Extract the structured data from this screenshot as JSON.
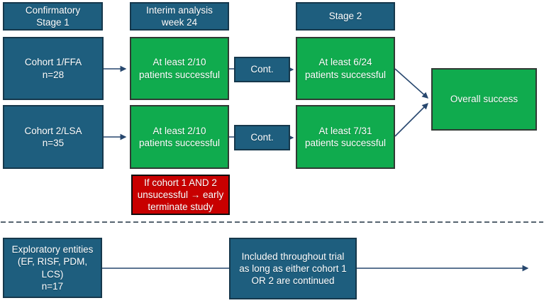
{
  "colors": {
    "dark_blue": "#1E5E7E",
    "green": "#10AB4E",
    "red": "#C80000",
    "arrow": "#27476E",
    "dashed_line": "#566470",
    "text": "#FFFFFF"
  },
  "boxes": {
    "confirmatory_header": "Confirmatory\nStage 1",
    "interim_header": "Interim analysis\nweek 24",
    "stage2_header": "Stage 2",
    "cohort1": "Cohort 1/FFA\nn=28",
    "cohort1_interim": "At least 2/10\npatients successful",
    "cont1": "Cont.",
    "cohort1_stage2": "At least 6/24\npatients successful",
    "cohort2": "Cohort 2/LSA\nn=35",
    "cohort2_interim": "At least 2/10\npatients successful",
    "cont2": "Cont.",
    "cohort2_stage2": "At least 7/31\npatients successful",
    "overall_success": "Overall success",
    "early_termination": "If cohort 1 AND 2\nunsucessful → early\nterminate study",
    "exploratory": "Exploratory entities\n(EF, RISF, PDM, LCS)\nn=17",
    "exploratory_note": "Included throughout trial\nas long as either cohort 1\nOR 2 are continued"
  }
}
